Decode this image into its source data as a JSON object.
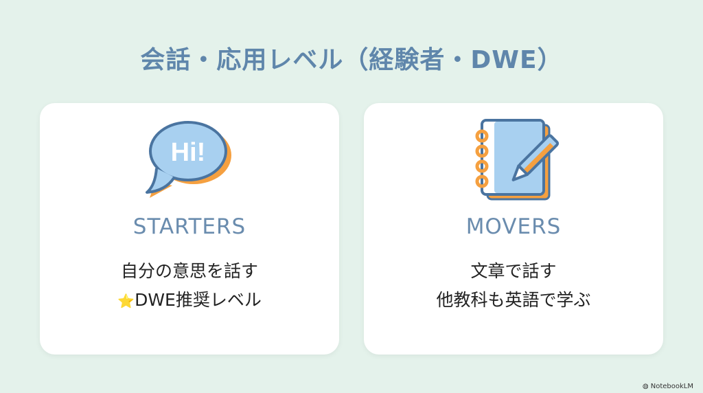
{
  "title": "会話・応用レベル（経験者・DWE）",
  "cards": [
    {
      "icon": "speech-bubble-hi-icon",
      "icon_text": "Hi!",
      "level": "STARTERS",
      "lines": [
        "自分の意思を話す",
        "DWE推奨レベル"
      ],
      "badge_icon": "star-icon",
      "badge_glyph": "⭐"
    },
    {
      "icon": "notebook-pencil-icon",
      "level": "MOVERS",
      "lines": [
        "文章で話す",
        "他教科も英語で学ぶ"
      ]
    }
  ],
  "watermark": "NotebookLM",
  "colors": {
    "background": "#e4f2eb",
    "title": "#5f86ab",
    "icon_blue": "#a8d0f0",
    "icon_stroke": "#4a74a0",
    "icon_orange": "#f5a040"
  }
}
